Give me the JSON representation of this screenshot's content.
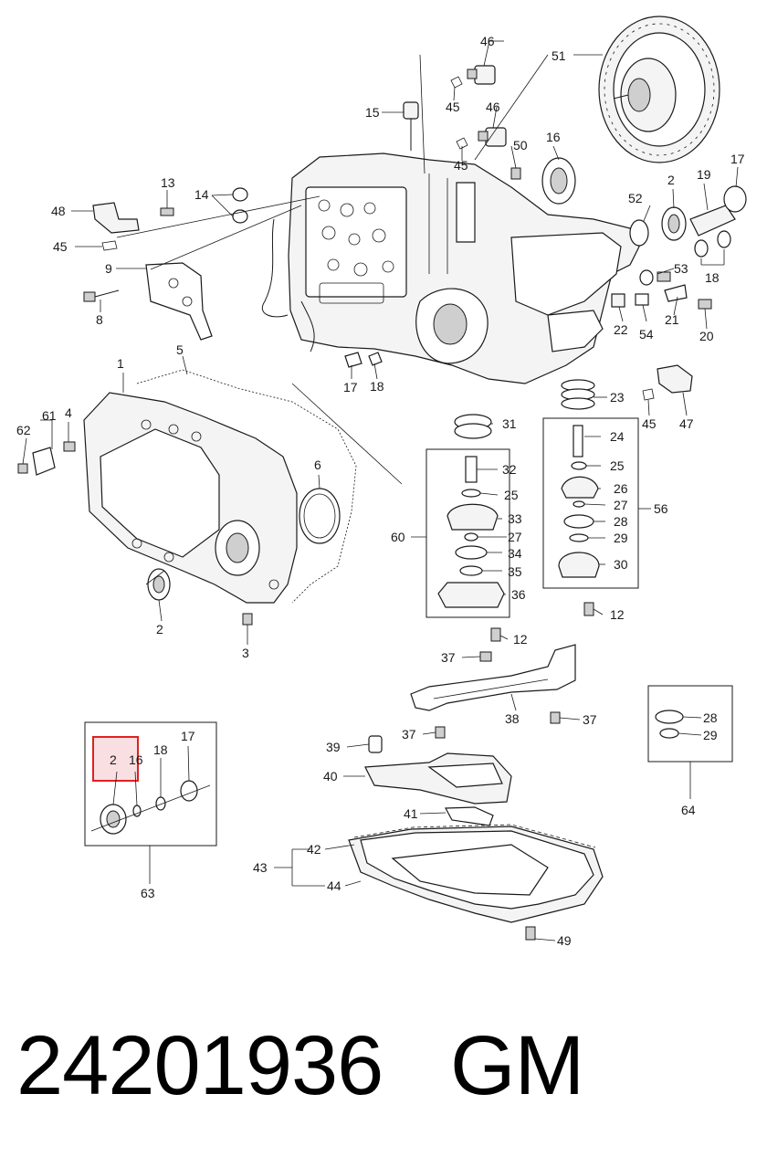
{
  "diagram": {
    "callouts": {
      "c46a": "46",
      "c46b": "46",
      "c51": "51",
      "c15": "15",
      "c45a": "45",
      "c45b": "45",
      "c50": "50",
      "c16": "16",
      "c13": "13",
      "c14": "14",
      "c48": "48",
      "c45c": "45",
      "c9": "9",
      "c8": "8",
      "c52": "52",
      "c2a": "2",
      "c19": "19",
      "c17a": "17",
      "c53": "53",
      "c18a": "18",
      "c22": "22",
      "c54": "54",
      "c21": "21",
      "c20": "20",
      "c5": "5",
      "c1": "1",
      "c17b": "17",
      "c18b": "18",
      "c23": "23",
      "c45d": "45",
      "c47": "47",
      "c61": "61",
      "c4": "4",
      "c62": "62",
      "c31": "31",
      "c6": "6",
      "c24": "24",
      "c32": "32",
      "c25a": "25",
      "c25b": "25",
      "c26": "26",
      "c33": "33",
      "c27a": "27",
      "c27b": "27",
      "c60": "60",
      "c28a": "28",
      "c56": "56",
      "c34": "34",
      "c29a": "29",
      "c35": "35",
      "c30": "30",
      "c36": "36",
      "c2b": "2",
      "c12a": "12",
      "c12b": "12",
      "c3": "3",
      "c37a": "37",
      "c38": "38",
      "c37b": "37",
      "c37c": "37",
      "c28b": "28",
      "c29b": "29",
      "c64": "64",
      "c39": "39",
      "c40": "40",
      "c41": "41",
      "c42": "42",
      "c43": "43",
      "c44": "44",
      "c49": "49",
      "k2": "2",
      "k16": "16",
      "k18": "18",
      "k17": "17",
      "c63": "63"
    },
    "highlight_color": "#e02020",
    "highlight_fill": "#f7c9cf",
    "line_color": "#1a1a1a"
  },
  "footer": {
    "part_number": "24201936",
    "brand": "GM"
  }
}
